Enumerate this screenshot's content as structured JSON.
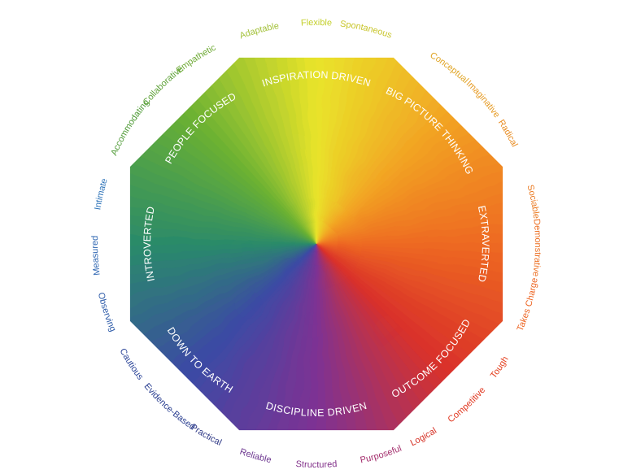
{
  "wheel": {
    "band_labels": [
      {
        "text": "INSPIRATION DRIVEN",
        "angle": 0
      },
      {
        "text": "BIG PICTURE THINKING",
        "angle": 45
      },
      {
        "text": "EXTRAVERTED",
        "angle": 90
      },
      {
        "text": "OUTCOME FOCUSED",
        "angle": 135
      },
      {
        "text": "DISCIPLINE DRIVEN",
        "angle": 180
      },
      {
        "text": "DOWN TO EARTH",
        "angle": 225
      },
      {
        "text": "INTROVERTED",
        "angle": 270
      },
      {
        "text": "PEOPLE FOCUSED",
        "angle": 315
      }
    ],
    "traits": [
      {
        "text": "Flexible",
        "angle": 0,
        "color": "#c3cf2a"
      },
      {
        "text": "Spontaneous",
        "angle": 13,
        "color": "#c8c52a"
      },
      {
        "text": "Conceptual",
        "angle": 37,
        "color": "#e0a423"
      },
      {
        "text": "Imaginative",
        "angle": 49,
        "color": "#e69a22"
      },
      {
        "text": "Radical",
        "angle": 60,
        "color": "#e88c22"
      },
      {
        "text": "Sociable",
        "angle": 79,
        "color": "#ea7a22"
      },
      {
        "text": "Demonstrative",
        "angle": 91,
        "color": "#ec6f22"
      },
      {
        "text": "Takes Charge",
        "angle": 106,
        "color": "#ed6421"
      },
      {
        "text": "Tough",
        "angle": 124,
        "color": "#e4401f"
      },
      {
        "text": "Competitive",
        "angle": 137,
        "color": "#e0361f"
      },
      {
        "text": "Logical",
        "angle": 151,
        "color": "#d52e22"
      },
      {
        "text": "Purposeful",
        "angle": 163,
        "color": "#a32d6c"
      },
      {
        "text": "Structured",
        "angle": 180,
        "color": "#82318a"
      },
      {
        "text": "Reliable",
        "angle": 196,
        "color": "#6d3790"
      },
      {
        "text": "Practical",
        "angle": 210,
        "color": "#2d3785"
      },
      {
        "text": "Evidence-Based",
        "angle": 222,
        "color": "#273c8f"
      },
      {
        "text": "Cautious",
        "angle": 237,
        "color": "#253f95"
      },
      {
        "text": "Observing",
        "angle": 252,
        "color": "#2c5aa8"
      },
      {
        "text": "Measured",
        "angle": 267,
        "color": "#2e66b2"
      },
      {
        "text": "Intimate",
        "angle": 283,
        "color": "#2c72b8"
      },
      {
        "text": "Accommodating",
        "angle": 302,
        "color": "#4e9a35"
      },
      {
        "text": "Collaborative",
        "angle": 316,
        "color": "#5ea237"
      },
      {
        "text": "Empathetic",
        "angle": 327,
        "color": "#6faa36"
      },
      {
        "text": "Adaptable",
        "angle": 345,
        "color": "#a3c13a"
      }
    ],
    "colors": {
      "ring": [
        "#e9e42a",
        "#f2a524",
        "#ee6a22",
        "#d9302a",
        "#7e3293",
        "#3c4aa5",
        "#2a8a6a",
        "#69b033"
      ]
    }
  }
}
